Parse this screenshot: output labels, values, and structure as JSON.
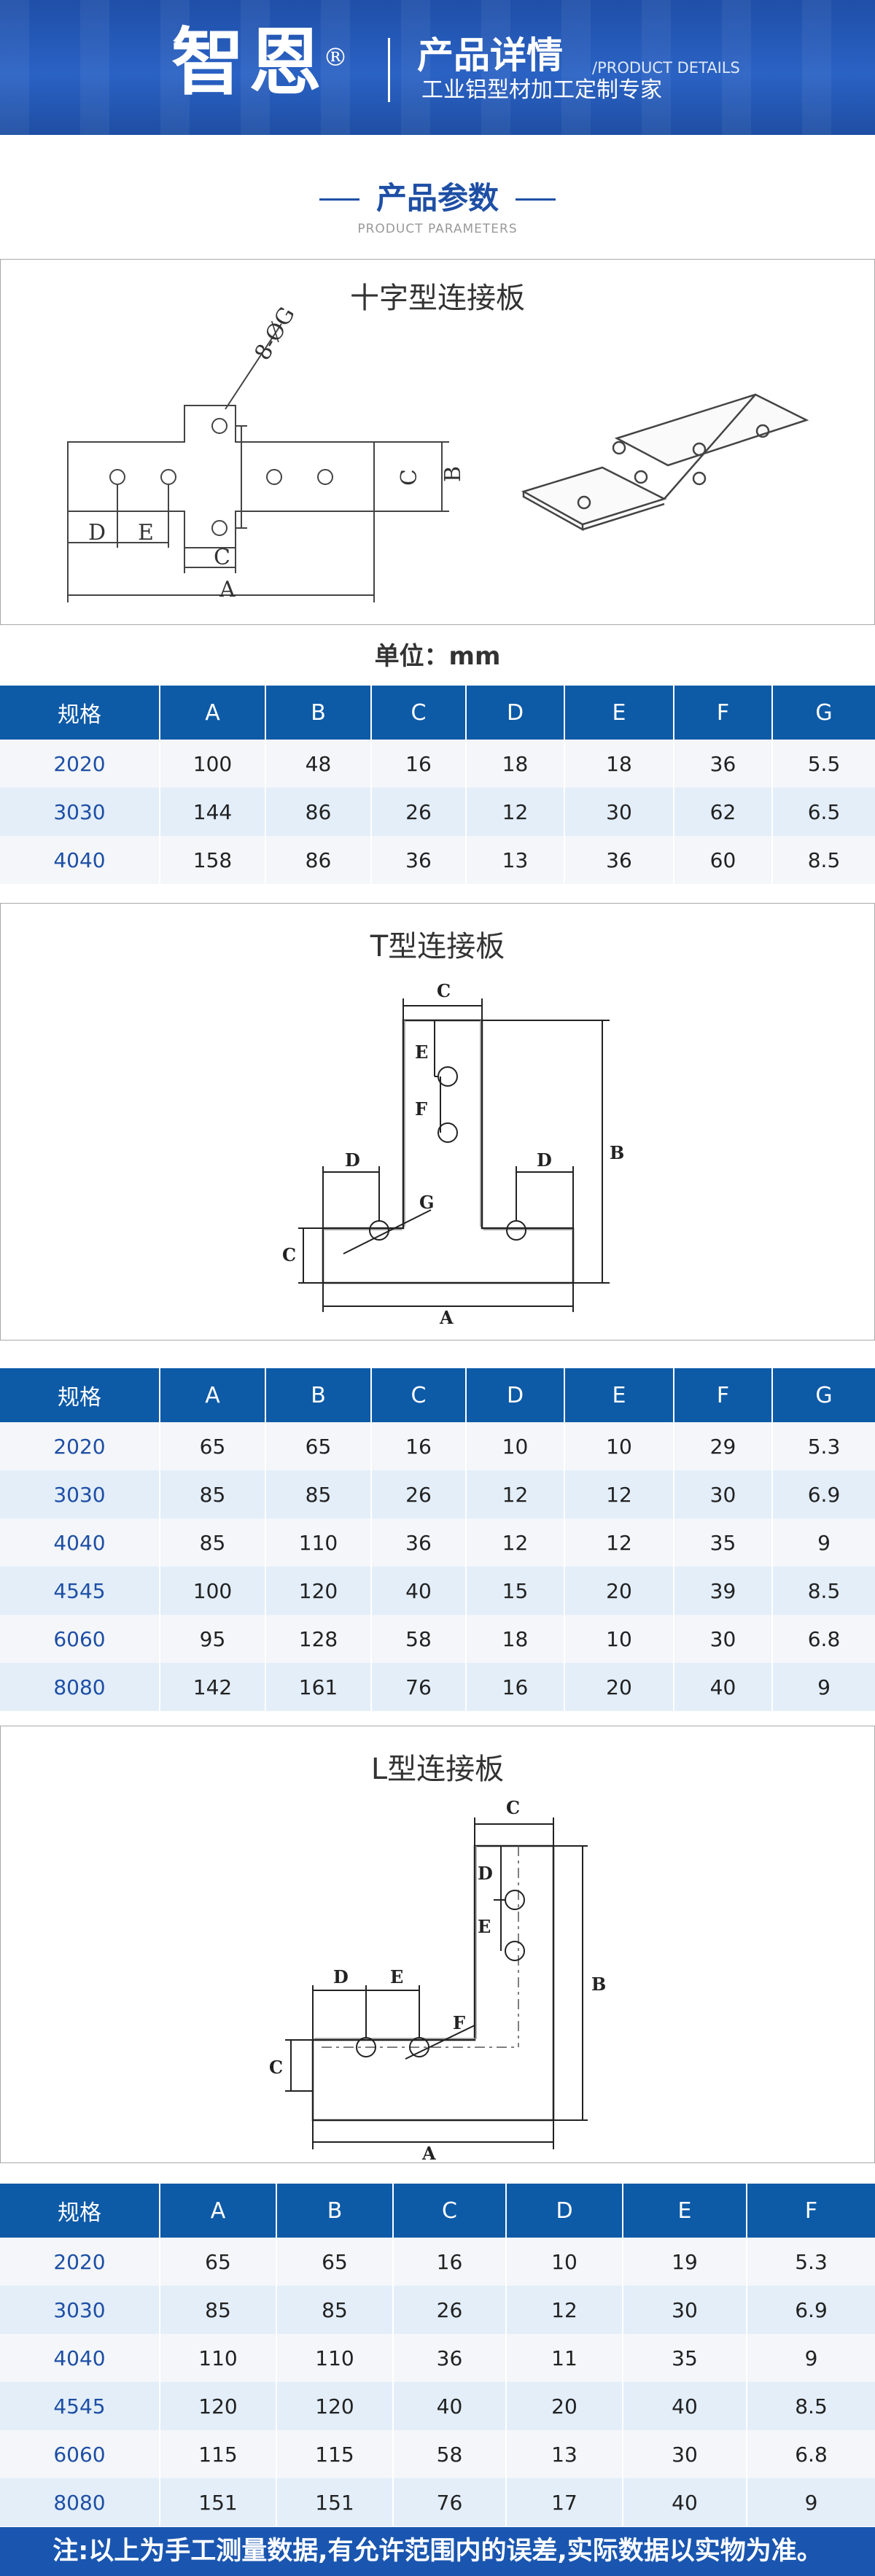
{
  "header": {
    "brand": "智恩",
    "reg_mark": "®",
    "title": "产品详情",
    "title_en": "/PRODUCT DETAILS",
    "subtitle": "工业铝型材加工定制专家"
  },
  "section": {
    "title": "产品参数",
    "title_en": "PRODUCT PARAMETERS"
  },
  "unit_label": "单位：mm",
  "cross_plate": {
    "title": "十字型连接板",
    "labels": {
      "a": "A",
      "b": "B",
      "c": "C",
      "d": "D",
      "e": "E",
      "hole": "8-ØG"
    },
    "columns": [
      "规格",
      "A",
      "B",
      "C",
      "D",
      "E",
      "F",
      "G"
    ],
    "rows": [
      [
        "2020",
        "100",
        "48",
        "16",
        "18",
        "18",
        "36",
        "5.5"
      ],
      [
        "3030",
        "144",
        "86",
        "26",
        "12",
        "30",
        "62",
        "6.5"
      ],
      [
        "4040",
        "158",
        "86",
        "36",
        "13",
        "36",
        "60",
        "8.5"
      ]
    ]
  },
  "t_plate": {
    "title": "T型连接板",
    "labels": {
      "a": "A",
      "b": "B",
      "c": "C",
      "d": "D",
      "e": "E",
      "f": "F",
      "g": "G"
    },
    "columns": [
      "规格",
      "A",
      "B",
      "C",
      "D",
      "E",
      "F",
      "G"
    ],
    "rows": [
      [
        "2020",
        "65",
        "65",
        "16",
        "10",
        "10",
        "29",
        "5.3"
      ],
      [
        "3030",
        "85",
        "85",
        "26",
        "12",
        "12",
        "30",
        "6.9"
      ],
      [
        "4040",
        "85",
        "110",
        "36",
        "12",
        "12",
        "35",
        "9"
      ],
      [
        "4545",
        "100",
        "120",
        "40",
        "15",
        "20",
        "39",
        "8.5"
      ],
      [
        "6060",
        "95",
        "128",
        "58",
        "18",
        "10",
        "30",
        "6.8"
      ],
      [
        "8080",
        "142",
        "161",
        "76",
        "16",
        "20",
        "40",
        "9"
      ]
    ]
  },
  "l_plate": {
    "title": "L型连接板",
    "labels": {
      "a": "A",
      "b": "B",
      "c": "C",
      "d": "D",
      "e": "E",
      "f": "F"
    },
    "columns": [
      "规格",
      "A",
      "B",
      "C",
      "D",
      "E",
      "F"
    ],
    "rows": [
      [
        "2020",
        "65",
        "65",
        "16",
        "10",
        "19",
        "5.3"
      ],
      [
        "3030",
        "85",
        "85",
        "26",
        "12",
        "30",
        "6.9"
      ],
      [
        "4040",
        "110",
        "110",
        "36",
        "11",
        "35",
        "9"
      ],
      [
        "4545",
        "120",
        "120",
        "40",
        "20",
        "40",
        "8.5"
      ],
      [
        "6060",
        "115",
        "115",
        "58",
        "13",
        "30",
        "6.8"
      ],
      [
        "8080",
        "151",
        "151",
        "76",
        "17",
        "40",
        "9"
      ]
    ]
  },
  "footer": {
    "note": "注:以上为手工测量数据,有允许范围内的误差,实际数据以实物为准。"
  },
  "colors": {
    "brand_blue": "#1e4fa5",
    "table_header": "#0d5aa7",
    "row_odd": "#f4f6f9",
    "row_even": "#e3eef9"
  }
}
